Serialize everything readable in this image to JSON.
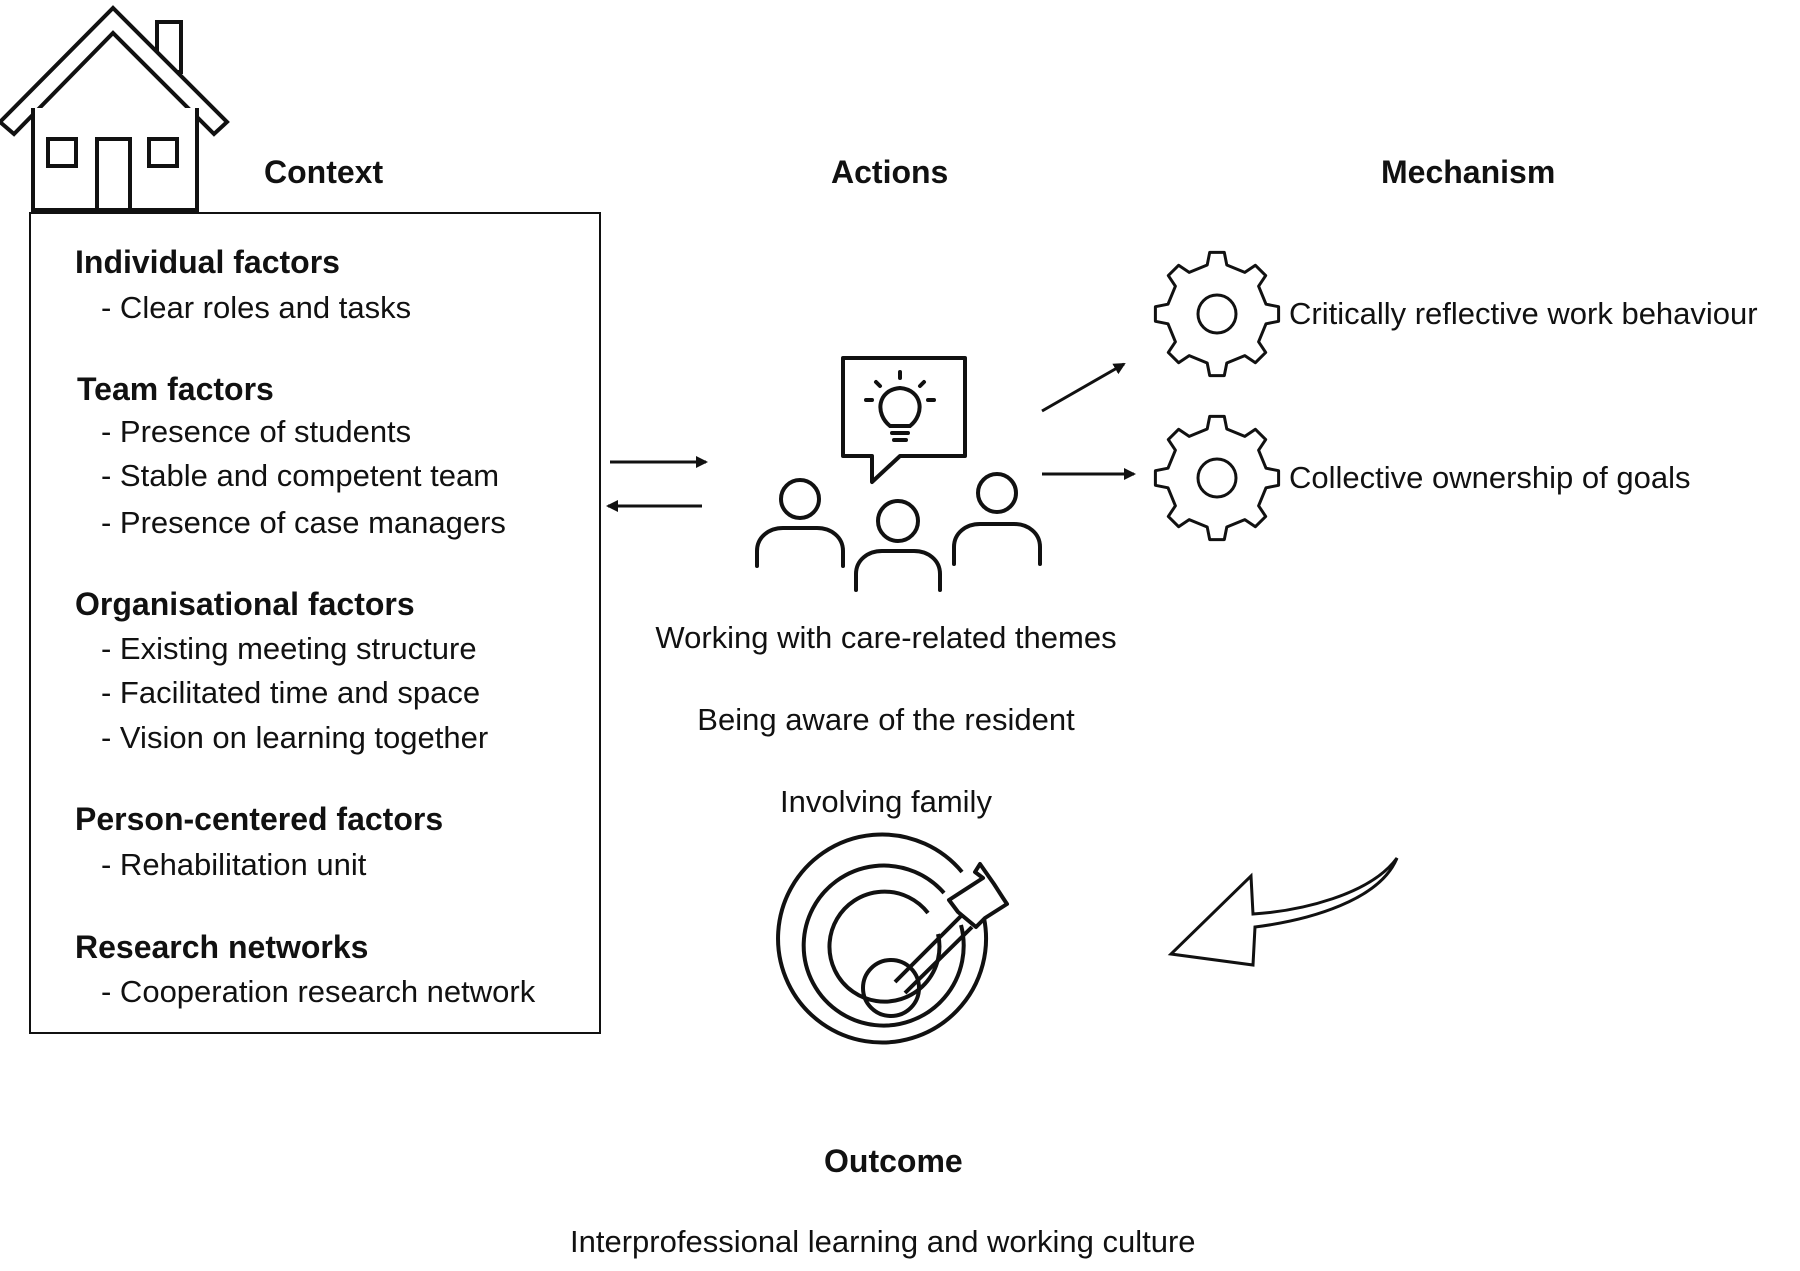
{
  "context": {
    "heading": "Context",
    "icon": "house-icon",
    "groups": [
      {
        "title": "Individual factors",
        "items": [
          "- Clear roles and tasks"
        ]
      },
      {
        "title": "Team factors",
        "items": [
          "- Presence of students",
          "- Stable and competent team",
          "- Presence of case managers"
        ]
      },
      {
        "title": "Organisational factors",
        "items": [
          "- Existing meeting structure",
          "- Facilitated time and space",
          "- Vision on learning together"
        ]
      },
      {
        "title": "Person-centered factors",
        "items": [
          "- Rehabilitation unit"
        ]
      },
      {
        "title": "Research networks",
        "items": [
          "- Cooperation research network"
        ]
      }
    ]
  },
  "actions": {
    "heading": "Actions",
    "icon": "team-idea-icon",
    "items": [
      "Working with care-related themes",
      "Being aware of the resident",
      "Involving family"
    ]
  },
  "mechanism": {
    "heading": "Mechanism",
    "icon": "gear-icon",
    "items": [
      "Critically reflective work behaviour",
      "Collective ownership of goals"
    ]
  },
  "outcome": {
    "heading": "Outcome",
    "icon": "target-icon",
    "text": "Interprofessional learning and working culture"
  }
}
